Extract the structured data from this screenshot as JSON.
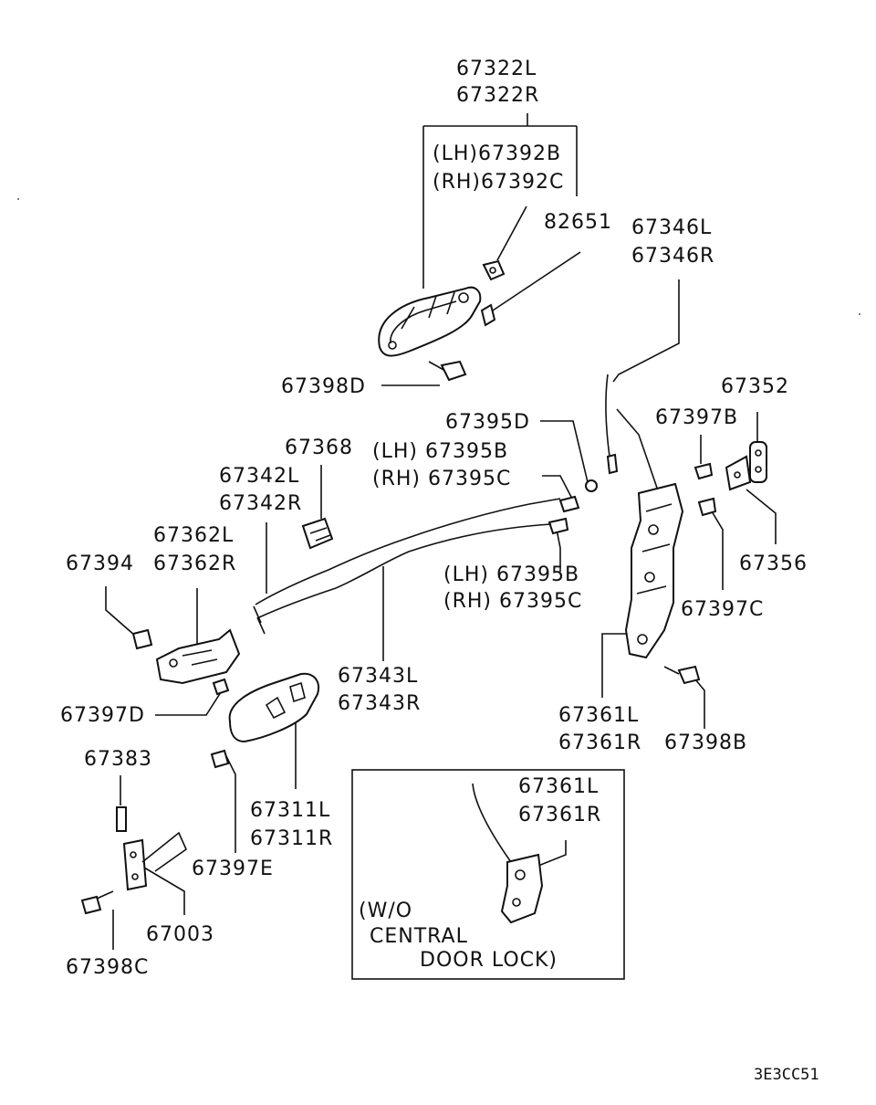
{
  "labels": {
    "top_handle_l": "67322L",
    "top_handle_r": "67322R",
    "lh_67392b": "(LH)67392B",
    "rh_67392c": "(RH)67392C",
    "n82651": "82651",
    "n67346l": "67346L",
    "n67346r": "67346R",
    "n67398d": "67398D",
    "n67352": "67352",
    "n67395d": "67395D",
    "n67397b": "67397B",
    "n67368": "67368",
    "lh_67395b_top": "(LH) 67395B",
    "rh_67395c_top": "(RH) 67395C",
    "n67342l": "67342L",
    "n67342r": "67342R",
    "n67362l": "67362L",
    "n67362r": "67362R",
    "n67394": "67394",
    "n67356": "67356",
    "lh_67395b_mid": "(LH) 67395B",
    "rh_67395c_mid": "(RH) 67395C",
    "n67397c": "67397C",
    "n67343l": "67343L",
    "n67343r": "67343R",
    "n67397d": "67397D",
    "n67361l": "67361L",
    "n67361r": "67361R",
    "n67398b": "67398B",
    "n67383": "67383",
    "n67311l": "67311L",
    "n67311r": "67311R",
    "n67397e": "67397E",
    "inset_67361l": "67361L",
    "inset_67361r": "67361R",
    "n67003": "67003",
    "wo_line1": "(W/O",
    "wo_line2": "CENTRAL",
    "wo_line3": "DOOR LOCK)",
    "n67398c": "67398C",
    "diagram_code": "3E3CC51"
  }
}
